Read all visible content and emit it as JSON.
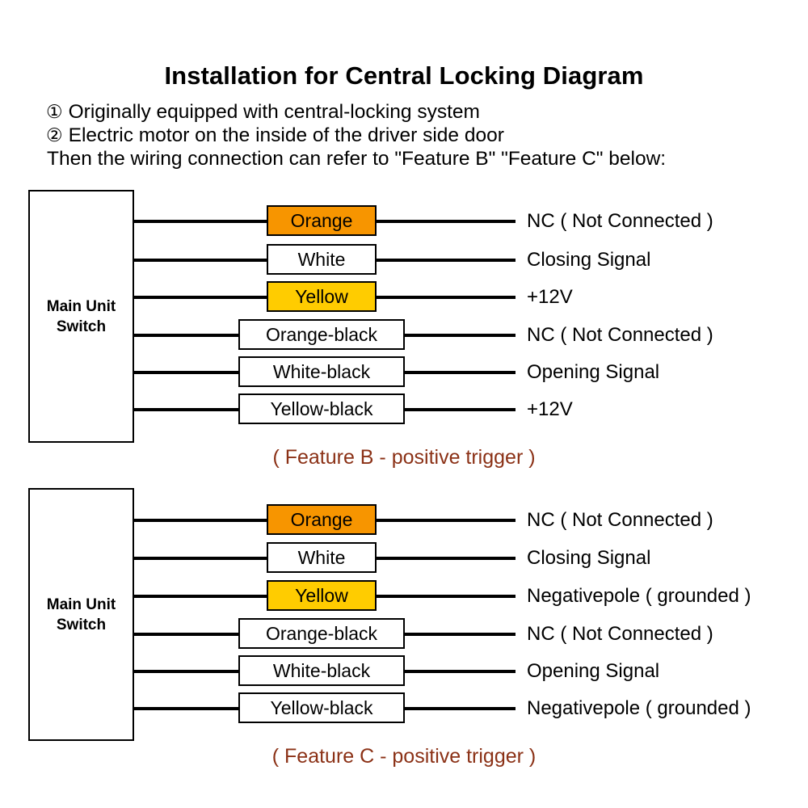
{
  "page": {
    "title": "Installation for Central Locking Diagram",
    "background_color": "#ffffff",
    "accent_caption_color": "#8B3116",
    "wire_color": "#000000"
  },
  "notes": [
    {
      "marker": "①",
      "text": "Originally equipped with central-locking system"
    },
    {
      "marker": "②",
      "text": "Electric motor on the inside of the driver side door"
    }
  ],
  "note_footer": "Then the wiring connection can refer to \"Feature B\" \"Feature C\" below:",
  "diagrams": [
    {
      "id": "feature-b",
      "unit_label_line1": "Main Unit",
      "unit_label_line2": "Switch",
      "caption": "( Feature B - positive trigger )",
      "rows": [
        {
          "wire": "Orange",
          "swatch": "orange",
          "color_hex": "#F79500",
          "function": "NC ( Not Connected )"
        },
        {
          "wire": "White",
          "swatch": "white",
          "color_hex": "#FFFFFF",
          "function": "Closing Signal"
        },
        {
          "wire": "Yellow",
          "swatch": "yellow",
          "color_hex": "#FFCC00",
          "function": "+12V"
        },
        {
          "wire": "Orange-black",
          "swatch": "white",
          "color_hex": "#FFFFFF",
          "function": "NC ( Not Connected )"
        },
        {
          "wire": "White-black",
          "swatch": "white",
          "color_hex": "#FFFFFF",
          "function": "Opening Signal"
        },
        {
          "wire": "Yellow-black",
          "swatch": "white",
          "color_hex": "#FFFFFF",
          "function": "+12V"
        }
      ]
    },
    {
      "id": "feature-c",
      "unit_label_line1": "Main Unit",
      "unit_label_line2": "Switch",
      "caption": "( Feature C - positive trigger )",
      "rows": [
        {
          "wire": "Orange",
          "swatch": "orange",
          "color_hex": "#F79500",
          "function": "NC ( Not Connected )"
        },
        {
          "wire": "White",
          "swatch": "white",
          "color_hex": "#FFFFFF",
          "function": "Closing Signal"
        },
        {
          "wire": "Yellow",
          "swatch": "yellow",
          "color_hex": "#FFCC00",
          "function": "Negativepole ( grounded )"
        },
        {
          "wire": "Orange-black",
          "swatch": "white",
          "color_hex": "#FFFFFF",
          "function": "NC ( Not Connected )"
        },
        {
          "wire": "White-black",
          "swatch": "white",
          "color_hex": "#FFFFFF",
          "function": "Opening Signal"
        },
        {
          "wire": "Yellow-black",
          "swatch": "white",
          "color_hex": "#FFFFFF",
          "function": "Negativepole ( grounded )"
        }
      ]
    }
  ]
}
